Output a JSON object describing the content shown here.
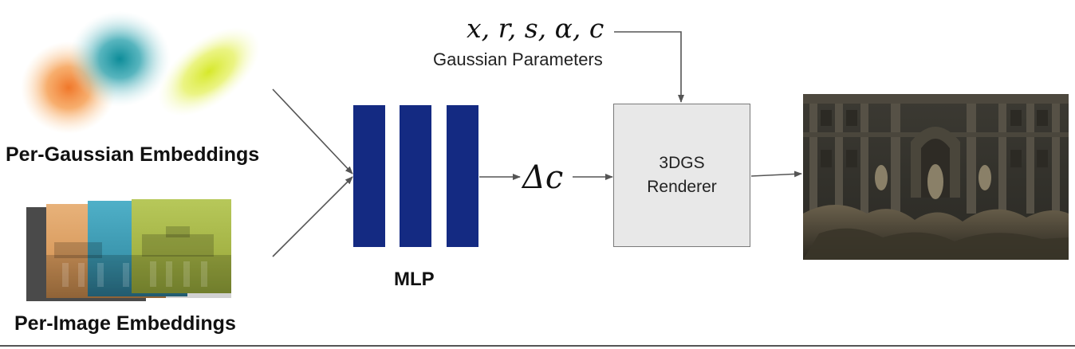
{
  "inputs": {
    "per_gaussian_label": "Per-Gaussian Embeddings",
    "per_image_label": "Per-Image Embeddings"
  },
  "mlp": {
    "label": "MLP"
  },
  "delta": {
    "label": "Δc"
  },
  "gaussian_params": {
    "symbols": "x, r, s, α, c",
    "label": "Gaussian Parameters"
  },
  "renderer": {
    "line1": "3DGS",
    "line2": "Renderer"
  },
  "colors": {
    "mlp_blue": "#142a82",
    "renderer_fill": "#e8e8e8",
    "gaussian_orange": "#f59a4a",
    "gaussian_teal": "#1a9aa6",
    "gaussian_yellow": "#dfee3a",
    "card_orange": "#e0a46c",
    "card_teal": "#3aa3bd",
    "card_green": "#a9b846",
    "card_dark": "#4a4a4a"
  }
}
